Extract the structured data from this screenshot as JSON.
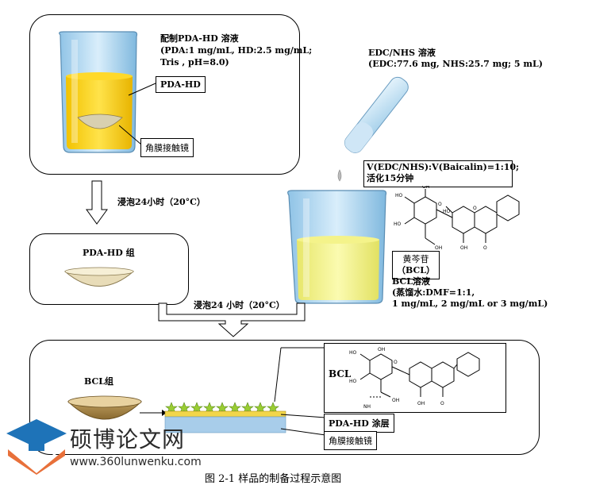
{
  "step1": {
    "title": "配制PDA-HD 溶液",
    "line2": "(PDA:1 mg/mL, HD:2.5 mg/mL;",
    "line3": "Tris , pH=8.0)",
    "solution_label": "PDA-HD",
    "lens_label": "角膜接触镜"
  },
  "edc": {
    "title": "EDC/NHS 溶液",
    "detail": "(EDC:77.6 mg, NHS:25.7 mg; 5 mL)"
  },
  "activation": {
    "line1": "V(EDC/NHS):V(Baicalin)=1:10;",
    "line2": "活化15分钟"
  },
  "bcl_solution": {
    "label_line1": "黄芩苷",
    "label_line2": "（BCL）",
    "title": "BCL溶液",
    "line2": "(蒸馏水:DMF=1:1,",
    "line3": "1 mg/mL, 2 mg/mL or 3 mg/mL)"
  },
  "soak1": "浸泡24小时（20°C）",
  "group1": "PDA-HD 组",
  "soak2": "浸泡24 小时（20°C）",
  "final": {
    "group_label": "BCL组",
    "bcl_label": "BCL",
    "coating_label": "PDA-HD 涂层",
    "lens_label": "角膜接触镜"
  },
  "watermark": {
    "name": "硕博论文网",
    "url": "www.360lunwenku.com"
  },
  "caption": "图 2-1  样品的制备过程示意图"
}
